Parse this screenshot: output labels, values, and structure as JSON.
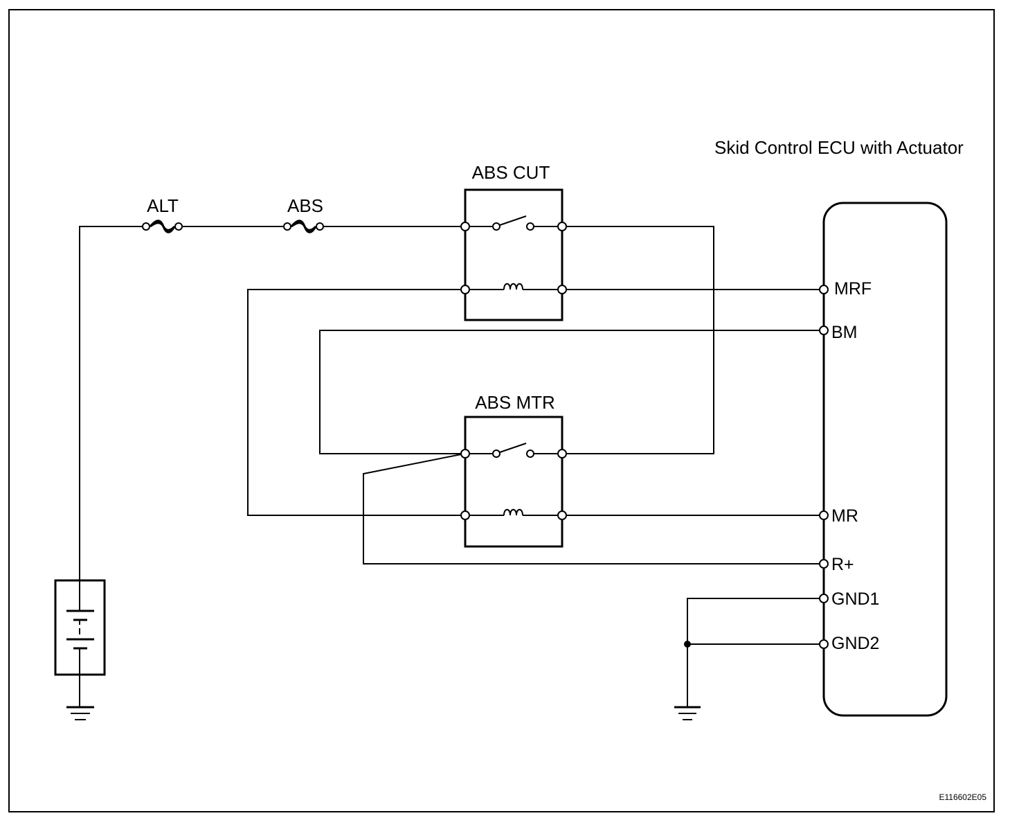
{
  "ecu": {
    "title": "Skid Control ECU with Actuator"
  },
  "fuses": {
    "alt": "ALT",
    "abs": "ABS"
  },
  "relays": {
    "abs_cut": "ABS CUT",
    "abs_mtr": "ABS MTR"
  },
  "pins": {
    "mrf": "MRF",
    "bm": "BM",
    "mr": "MR",
    "r_plus": "R+",
    "gnd1": "GND1",
    "gnd2": "GND2"
  },
  "figure_code": "E116602E05"
}
